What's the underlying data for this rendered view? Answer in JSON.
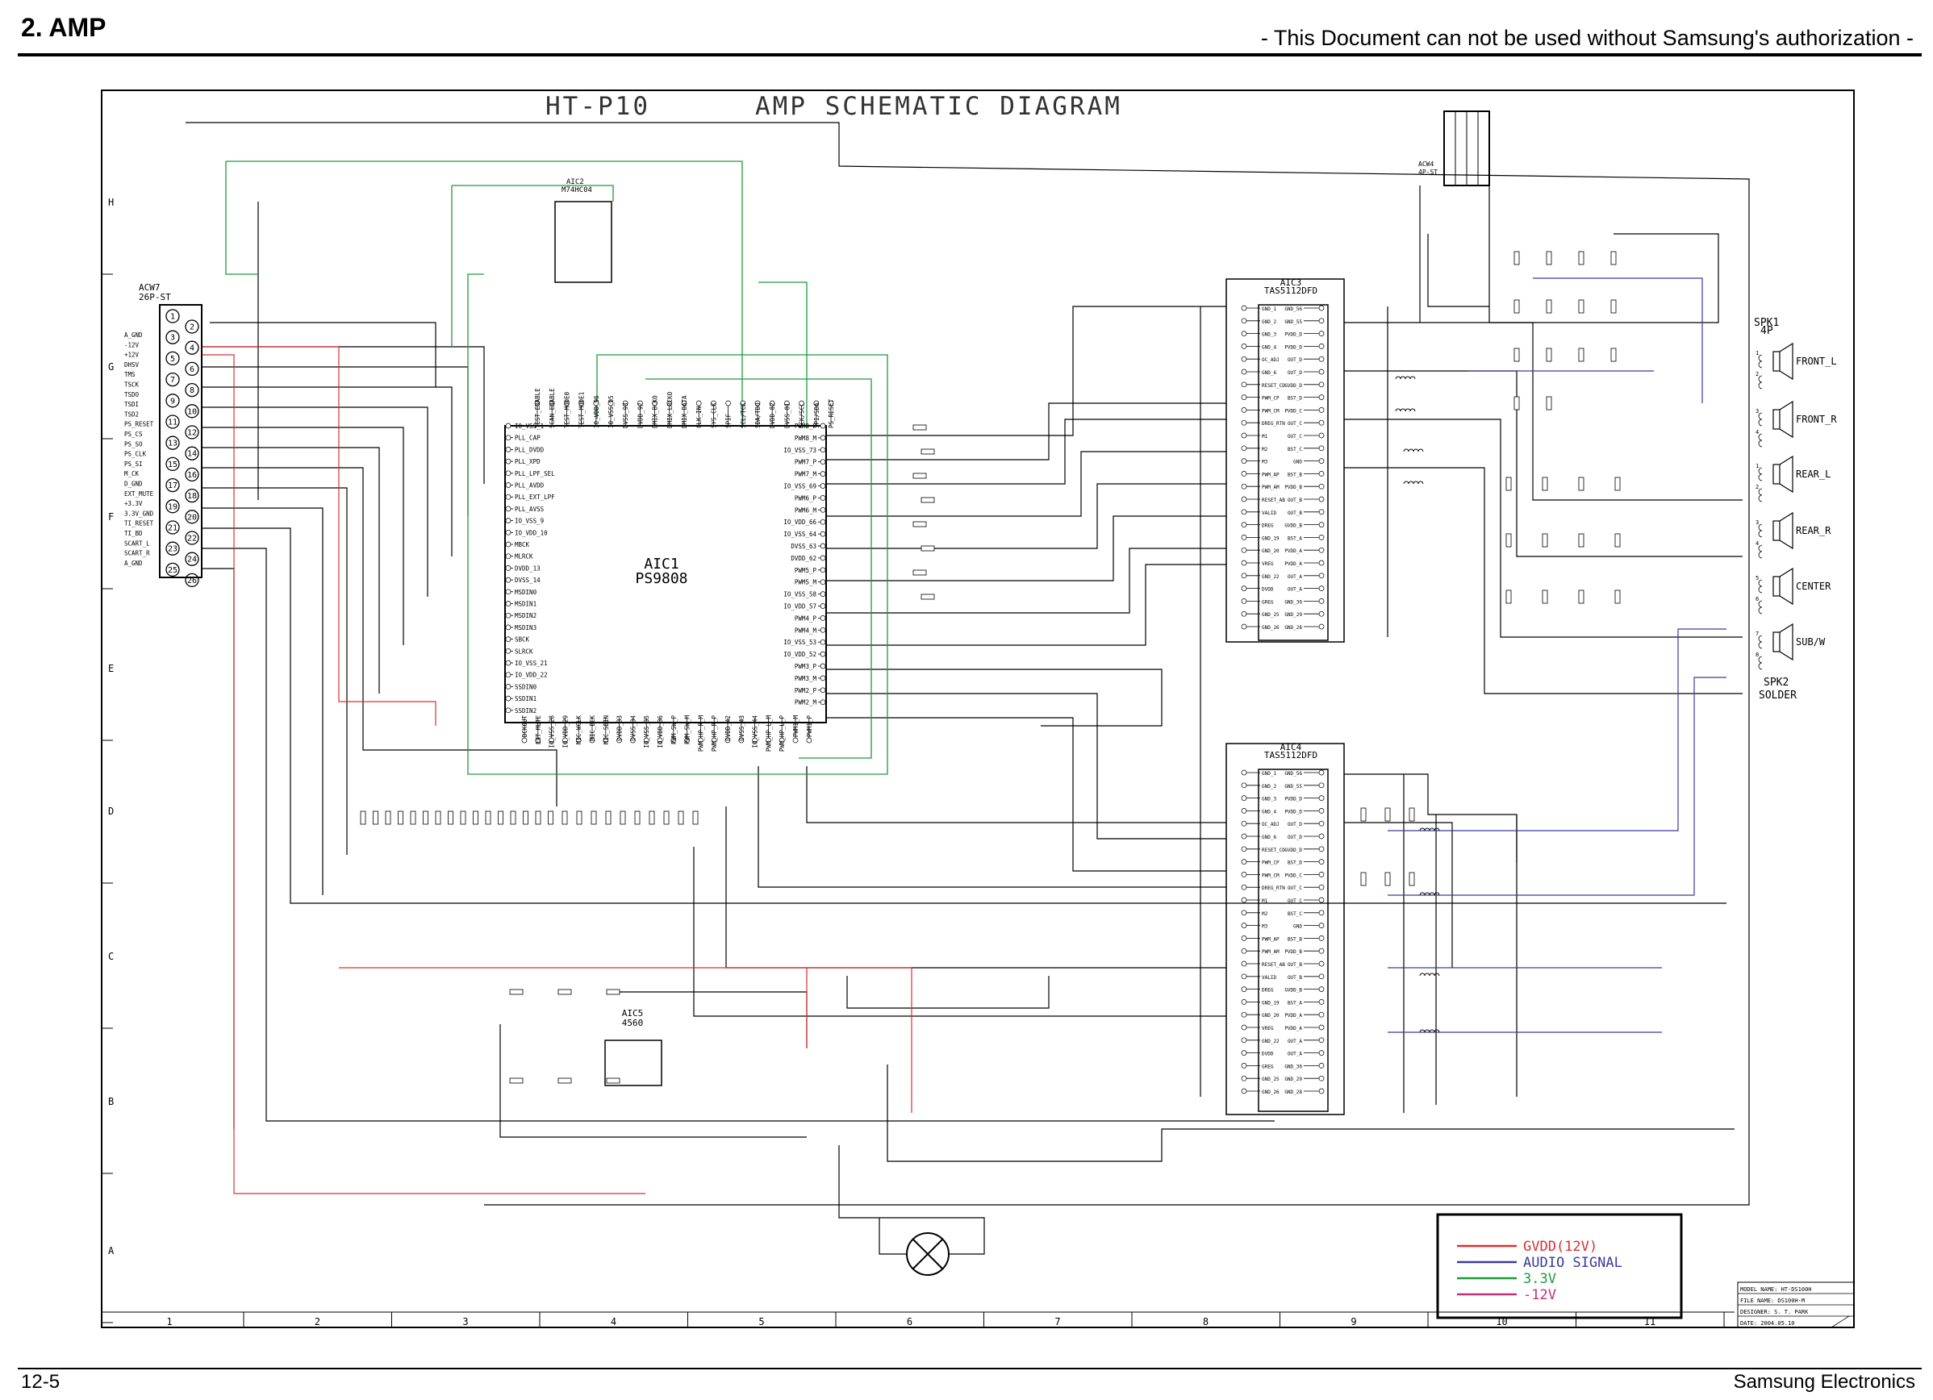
{
  "page": {
    "section_title": "2. AMP",
    "notice": "- This Document can not be used without Samsung's authorization -",
    "page_number": "12-5",
    "company": "Samsung Electronics"
  },
  "schematic": {
    "title": "HT-P10      AMP SCHEMATIC DIAGRAM",
    "row_labels": [
      "H",
      "G",
      "F",
      "E",
      "D",
      "C",
      "B",
      "A"
    ],
    "col_labels": [
      "1",
      "2",
      "3",
      "4",
      "5",
      "6",
      "7",
      "8",
      "9",
      "10",
      "11"
    ],
    "connector_acw7": {
      "ref": "ACW7",
      "part": "26P-ST",
      "pin_numbers": [
        "1",
        "2",
        "3",
        "4",
        "5",
        "6",
        "7",
        "8",
        "9",
        "10",
        "11",
        "12",
        "13",
        "14",
        "15",
        "16",
        "17",
        "18",
        "19",
        "20",
        "21",
        "22",
        "23",
        "24",
        "25",
        "26"
      ],
      "signals": [
        "A_GND",
        "-12V",
        "+12V",
        "DHSV",
        "TMS",
        "TSCK",
        "TSDO",
        "TSDI",
        "TSD2",
        "PS_RESET",
        "PS_CS",
        "PS_SO",
        "PS_CLK",
        "PS_SI",
        "M_CK",
        "D_GND",
        "EXT_MUTE",
        "+3.3V",
        "3.3V_GND",
        "TI_RESET",
        "TI_BD",
        "SCART_L",
        "SCART_R",
        "A_GND"
      ]
    },
    "connector_acw4": {
      "ref": "ACW4",
      "part": "4P-ST"
    },
    "ic_aic1": {
      "ref": "AIC1",
      "part": "PS9808",
      "left_pins": [
        "IO_VSS_1",
        "PLL_CAP",
        "PLL_DVDD",
        "PLL_XPD",
        "PLL_LPF_SEL",
        "PLL_AVDD",
        "PLL_EXT_LPF",
        "PLL_AVSS",
        "IO_VSS_9",
        "IO_VDD_10",
        "MBCK",
        "MLRCK",
        "DVDD_13",
        "DVSS_14",
        "MSDIN0",
        "MSDIN1",
        "MSDIN2",
        "MSDIN3",
        "SBCK",
        "SLRCK",
        "IO_VSS_21",
        "IO_VDD_22",
        "SSDIN0",
        "SSDIN1",
        "SSDIN2"
      ],
      "right_pins": [
        "PWM8_P",
        "PWM8_M",
        "IO_VSS_73",
        "PWM7_P",
        "PWM7_M",
        "IO_VSS_69",
        "PWM6_P",
        "PWM6_M",
        "IO_VDD_66",
        "IO_VSS_64",
        "DVSS_63",
        "DVDD_62",
        "PWM5_P",
        "PWM5_M",
        "IO_VSS_58",
        "IO_VDD_57",
        "PWM4_P",
        "PWM4_M",
        "IO_VSS_53",
        "IO_VDD_52",
        "PWM3_P",
        "PWM3_M",
        "PWM2_P",
        "PWM2_M"
      ],
      "top_pins": [
        "TEST_ENABLE",
        "SCAN_ENABLE",
        "TEST_MODE0",
        "TEST_MODE1",
        "IO_VDD_96",
        "IO_VSS_95",
        "DVSS_93",
        "DVDD_92",
        "DMIX_BCKO",
        "DMIX_LRCKO",
        "DMIX_DATA",
        "CLK_IN",
        "SYS_CLK",
        "SPIF",
        "SCL/TCK",
        "SDA/TDO",
        "DVDD_82",
        "DVSS_81",
        "SCK/SCL",
        "SPI/SDA",
        "PS_RESET"
      ],
      "bottom_pins": [
        "DCKOUT",
        "EXT_MUTE",
        "IO_VSS_28",
        "IO_VDD_29",
        "MIC_WCLK",
        "MIC_BCK",
        "MIC_SDIN",
        "DVDD_33",
        "DVSS_34",
        "IO_VSS_35",
        "IO_VDD_36",
        "PWM_SW_P",
        "PWM_SW_M",
        "PWM_HP_R_M",
        "PWM_HP_R_P",
        "DVDD_42",
        "DVSS_43",
        "IO_VSS_44",
        "PWM_HP_L_M",
        "PWM_HP_L_P",
        "PWM1_M",
        "PWM1_P"
      ]
    },
    "ic_aic2": {
      "ref": "AIC2",
      "part": "M74HC04"
    },
    "ic_aic3": {
      "ref": "AIC3",
      "part": "TAS5112DFD",
      "left_pins": [
        "GND_1",
        "GND_2",
        "GND_3",
        "GND_4",
        "OC_ADJ",
        "GND_6",
        "RESET_CD",
        "PWM_CP",
        "PWM_CM",
        "DREG_RTN",
        "M1",
        "M2",
        "M3",
        "PWM_AP",
        "PWM_AM",
        "RESET_AB",
        "VALID",
        "DREG",
        "GND_19",
        "GND_20",
        "VREG",
        "GND_22",
        "DVDD",
        "GREG",
        "GND_25",
        "GND_26"
      ],
      "right_pins": [
        "GND_56",
        "GND_55",
        "PVDD_D",
        "PVDD_D",
        "OUT_D",
        "OUT_D",
        "GVDD_D",
        "BST_D",
        "PVDD_C",
        "OUT_C",
        "OUT_C",
        "BST_C",
        "GND",
        "BST_B",
        "PVDD_B",
        "OUT_B",
        "OUT_B",
        "GVDD_B",
        "BST_A",
        "PVDD_A",
        "PVDD_A",
        "OUT_A",
        "OUT_A",
        "GND_30",
        "GND_29",
        "GND_28"
      ]
    },
    "ic_aic4": {
      "ref": "AIC4",
      "part": "TAS5112DFD",
      "left_pins": [
        "GND_1",
        "GND_2",
        "GND_3",
        "GND_4",
        "OC_ADJ",
        "GND_6",
        "RESET_CD",
        "PWM_CP",
        "PWM_CM",
        "DREG_RTN",
        "M1",
        "M2",
        "M3",
        "PWM_AP",
        "PWM_AM",
        "RESET_AB",
        "VALID",
        "DREG",
        "GND_19",
        "GND_20",
        "VREG",
        "GND_22",
        "DVDD",
        "GREG",
        "GND_25",
        "GND_26"
      ],
      "right_pins": [
        "GND_56",
        "GND_55",
        "PVDD_D",
        "PVDD_D",
        "OUT_D",
        "OUT_D",
        "GVDD_D",
        "BST_D",
        "PVDD_C",
        "OUT_C",
        "OUT_C",
        "BST_C",
        "GND",
        "BST_B",
        "PVDD_B",
        "OUT_B",
        "OUT_B",
        "GVDD_B",
        "BST_A",
        "PVDD_A",
        "PVDD_A",
        "OUT_A",
        "OUT_A",
        "GND_30",
        "GND_29",
        "GND_28"
      ]
    },
    "ic_aic5": {
      "ref": "AIC5",
      "part": "4560"
    },
    "speaker_connector_1": {
      "ref": "SPK1",
      "part": "4P"
    },
    "speaker_connector_2": {
      "ref": "SPK2",
      "part": "SOLDER"
    },
    "speakers": [
      {
        "label": "FRONT_L",
        "pins": [
          "1",
          "2"
        ]
      },
      {
        "label": "FRONT_R",
        "pins": [
          "3",
          "4"
        ]
      },
      {
        "label": "REAR_L",
        "pins": [
          "1",
          "2"
        ]
      },
      {
        "label": "REAR_R",
        "pins": [
          "3",
          "4"
        ]
      },
      {
        "label": "CENTER",
        "pins": [
          "5",
          "6"
        ]
      },
      {
        "label": "SUB/W",
        "pins": [
          "7",
          "8"
        ]
      }
    ],
    "legend": [
      {
        "label": "GVDD(12V)",
        "color": "#d93030"
      },
      {
        "label": "AUDIO SIGNAL",
        "color": "#3a3a9c"
      },
      {
        "label": "3.3V",
        "color": "#1f9a3a"
      },
      {
        "label": "-12V",
        "color": "#c0307a"
      }
    ],
    "title_block": {
      "model": "MODEL NAME: HT-DS100H",
      "file": "FILE NAME: DS100H-M",
      "designer": "DESIGNER: S. T. PARK",
      "date": "DATE: 2004.05.10"
    }
  }
}
